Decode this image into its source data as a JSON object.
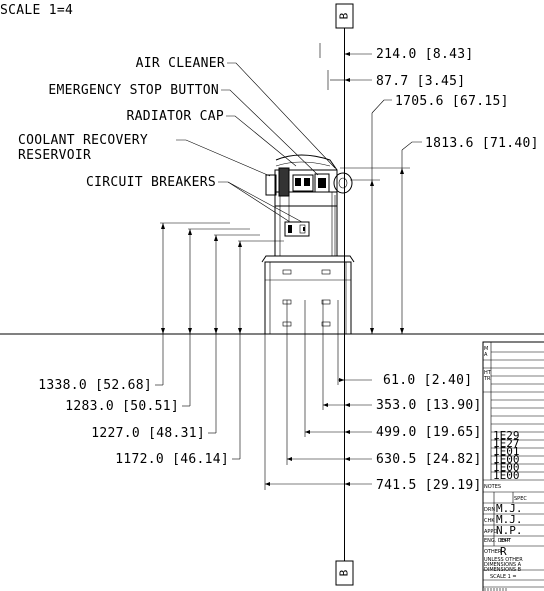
{
  "scale": "SCALE 1=4",
  "section_marker": "B",
  "callouts": {
    "air_cleaner": "AIR CLEANER",
    "emergency_stop": "EMERGENCY STOP BUTTON",
    "radiator_cap": "RADIATOR CAP",
    "coolant_1": "COOLANT RECOVERY",
    "coolant_2": "RESERVOIR",
    "circuit_breakers": "CIRCUIT BREAKERS"
  },
  "dims_top": [
    "214.0 [8.43]",
    "87.7 [3.45]",
    "1705.6 [67.15]",
    "1813.6 [71.40]"
  ],
  "dims_left": [
    "1338.0 [52.68]",
    "1283.0 [50.51]",
    "1227.0 [48.31]",
    "1172.0 [46.14]"
  ],
  "dims_bottom": [
    "61.0 [2.40]",
    "353.0 [13.90]",
    "499.0 [19.65]",
    "630.5 [24.82]",
    "741.5 [29.19]"
  ],
  "title_block": {
    "revs": [
      "1E29",
      "1E27",
      "1E01",
      "1E00",
      "1E00",
      "1E00"
    ],
    "notes_label": "NOTES",
    "spec_label": "SPEC",
    "drn_label": "DRN",
    "drn_val": "M.J.",
    "chk_label": "CHK",
    "chk_val": "M.J.",
    "appd_label": "APPD",
    "appd_val": "N.P.",
    "eng_label": "ENG. DEPT",
    "exp_label": "EXP",
    "other_label": "OTHER",
    "other_val": "R",
    "unless_1": "UNLESS OTHER",
    "unless_2": "DIMENSIONS A",
    "unless_3": "DIMENSIONS B",
    "scale_label": "SCALE 1 ="
  }
}
